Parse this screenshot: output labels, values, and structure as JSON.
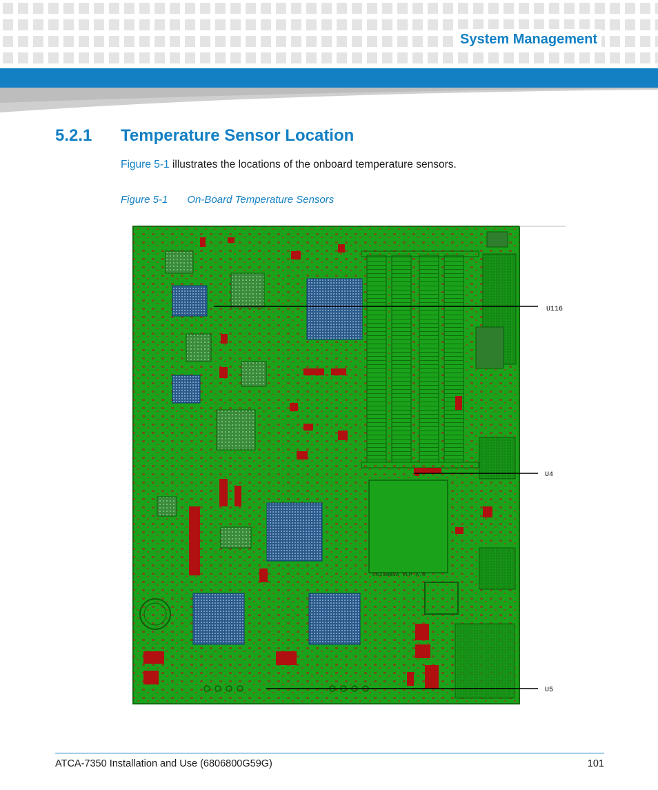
{
  "header": {
    "title": "System Management",
    "accent_color": "#1380c4"
  },
  "section": {
    "number": "5.2.1",
    "title": "Temperature Sensor Location"
  },
  "intro": {
    "link_text": "Figure 5-1",
    "text": " illustrates the locations of the onboard temperature sensors."
  },
  "figure": {
    "label": "Figure 5-1",
    "title": "On-Board Temperature Sensors",
    "board_color": "#1aa31a",
    "callouts": [
      "U116",
      "U4",
      "U5"
    ],
    "board_marking": "C621WBSA VLP A.0"
  },
  "footer": {
    "doc_title": "ATCA-7350 Installation and Use (6806800G59G)",
    "page_number": "101"
  }
}
